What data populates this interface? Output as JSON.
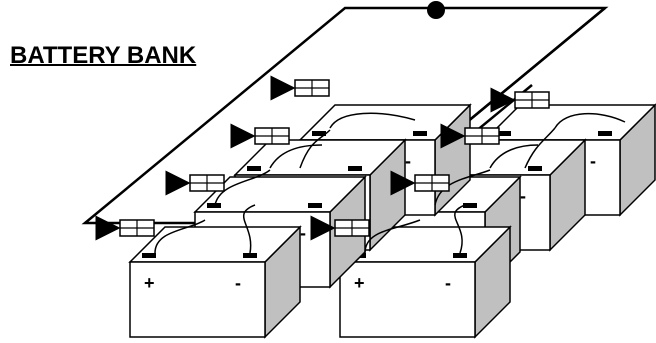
{
  "title": "BATTERY BANK",
  "terminal_positive": "+",
  "terminal_negative": "-",
  "colors": {
    "stroke": "#000000",
    "battery_face": "#ffffff",
    "battery_side": "#c0c0c0",
    "background": "#ffffff"
  },
  "battery_count": 8,
  "fuse_count": 8
}
